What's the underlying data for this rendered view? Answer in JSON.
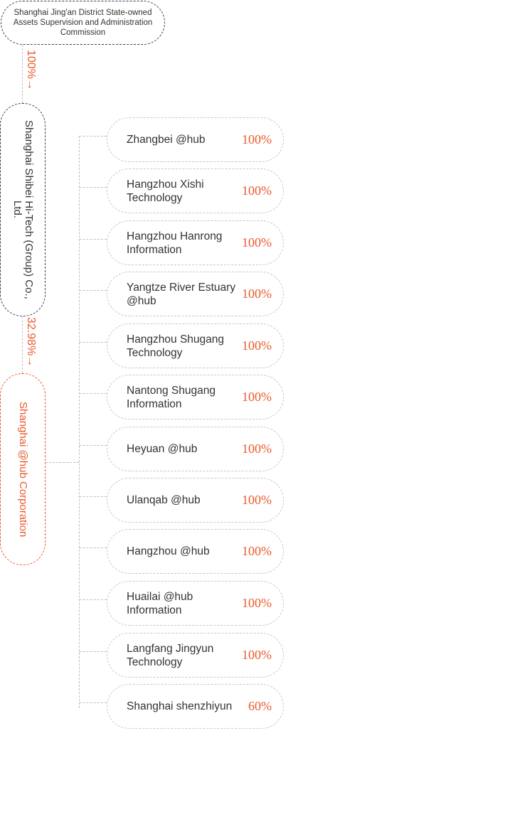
{
  "top_entity": "Shanghai Jing'an District State-owned Assets Supervision and Administration Commission",
  "link_top_to_group": "100%",
  "group_entity": "Shanghai Shibei Hi-Tech (Group) Co., Ltd.",
  "link_group_to_corp": "32.98%",
  "corp_entity": "Shanghai @hub Corporation",
  "arrow_glyph": "→",
  "subsidiaries": [
    {
      "name": "Zhangbei @hub",
      "pct": "100%"
    },
    {
      "name": "Hangzhou Xishi Technology",
      "pct": "100%"
    },
    {
      "name": "Hangzhou Hanrong Information",
      "pct": "100%"
    },
    {
      "name": "Yangtze River Estuary @hub",
      "pct": "100%"
    },
    {
      "name": "Hangzhou Shugang Technology",
      "pct": "100%"
    },
    {
      "name": "Nantong Shugang Information",
      "pct": "100%"
    },
    {
      "name": "Heyuan @hub",
      "pct": "100%"
    },
    {
      "name": "Ulanqab @hub",
      "pct": "100%"
    },
    {
      "name": "Hangzhou @hub",
      "pct": "100%"
    },
    {
      "name": "Huailai @hub Information",
      "pct": "100%"
    },
    {
      "name": "Langfang Jingyun Technology",
      "pct": "100%"
    },
    {
      "name": "Shanghai shenzhiyun",
      "pct": "60%"
    }
  ],
  "colors": {
    "accent": "#e95a2c",
    "border_dark": "#3c3c5a",
    "connector": "#bdbdbd"
  }
}
